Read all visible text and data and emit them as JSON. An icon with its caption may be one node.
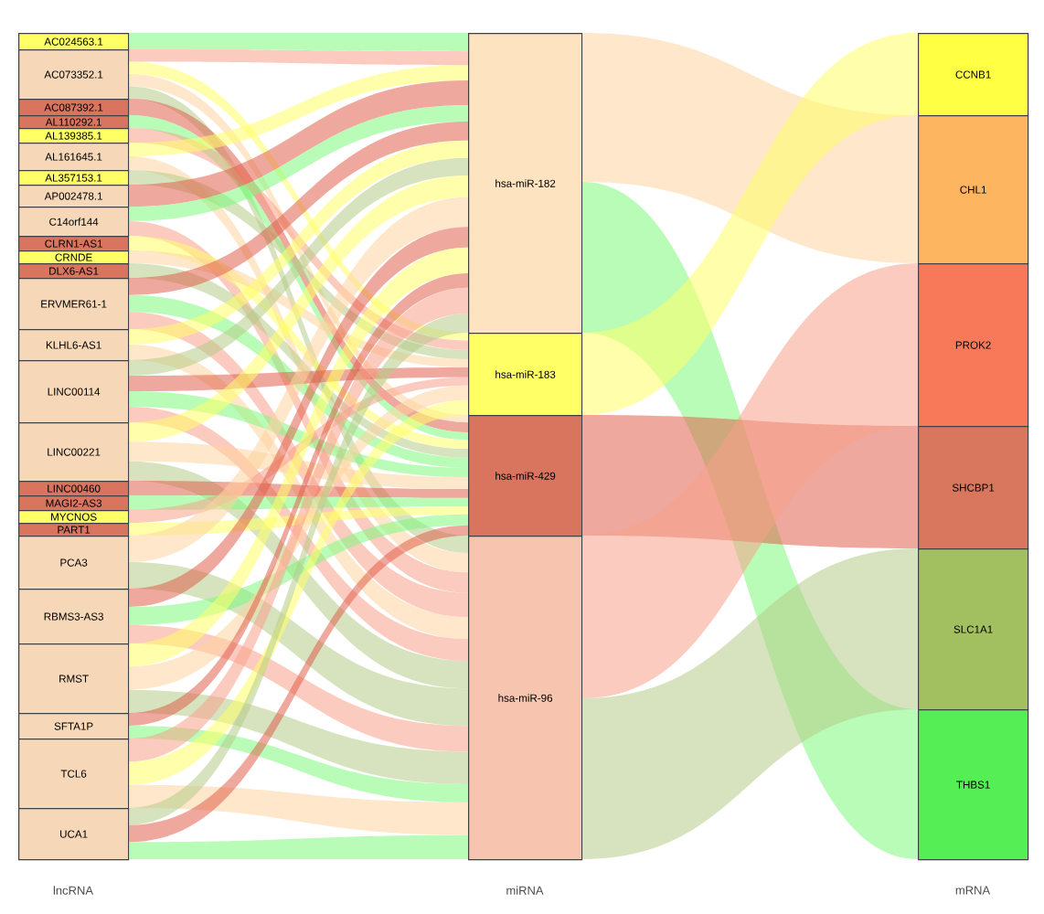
{
  "diagram": {
    "nodes": [
      {
        "text": [
          "AC024563.1"
        ]
      },
      {
        "text": [
          "AC073352.1"
        ]
      },
      {
        "text": [
          "AC087392.1"
        ]
      },
      {
        "text": [
          "AL110292.1"
        ]
      },
      {
        "text": [
          "AL139385.1"
        ]
      },
      {
        "text": [
          "AL161645.1"
        ]
      },
      {
        "text": [
          "AL357153.1"
        ]
      },
      {
        "text": [
          "AP002478.1"
        ]
      },
      {
        "text": [
          "C14orf144"
        ]
      },
      {
        "text": [
          "CLRN1-AS1"
        ]
      },
      {
        "text": [
          "CRNDE"
        ]
      },
      {
        "text": [
          "DLX6-AS1"
        ]
      },
      {
        "text": [
          "ERVMER61-1"
        ]
      },
      {
        "text": [
          "KLHL6-AS1"
        ]
      },
      {
        "text": [
          "LINC00114"
        ]
      },
      {
        "text": [
          "LINC00221"
        ]
      },
      {
        "text": [
          "LINC00460"
        ]
      },
      {
        "text": [
          "MAGI2-AS3"
        ]
      },
      {
        "text": [
          "MYCNOS"
        ]
      },
      {
        "text": [
          "PART1"
        ]
      },
      {
        "text": [
          "PCA3"
        ]
      },
      {
        "text": [
          "RBMS3-AS3"
        ]
      },
      {
        "text": [
          "RMST"
        ]
      },
      {
        "text": [
          "SFTA1P"
        ]
      },
      {
        "text": [
          "TCL6"
        ]
      },
      {
        "text": [
          "UCA1"
        ]
      },
      {
        "text": [
          "hsa-miR-182"
        ]
      },
      {
        "text": [
          "hsa-miR-183"
        ]
      },
      {
        "text": [
          "hsa-miR-429"
        ]
      },
      {
        "text": [
          "hsa-miR-96"
        ]
      },
      {
        "text": [
          "CCNB1"
        ]
      },
      {
        "text": [
          "CHL1"
        ]
      },
      {
        "text": [
          "PROK2"
        ]
      },
      {
        "text": [
          "SHCBP1"
        ]
      },
      {
        "text": [
          "SLC1A1"
        ]
      },
      {
        "text": [
          "THBS1"
        ]
      }
    ],
    "edges": [
      {
        "from": 0,
        "to": 26,
        "arrow": "none"
      },
      {
        "from": 1,
        "to": 26,
        "arrow": "none"
      },
      {
        "from": 1,
        "to": 27,
        "arrow": "none"
      },
      {
        "from": 1,
        "to": 28,
        "arrow": "none"
      },
      {
        "from": 1,
        "to": 29,
        "arrow": "none"
      },
      {
        "from": 2,
        "to": 28,
        "arrow": "none"
      },
      {
        "from": 3,
        "to": 28,
        "arrow": "none"
      },
      {
        "from": 4,
        "to": 27,
        "arrow": "none"
      },
      {
        "from": 5,
        "to": 26,
        "arrow": "none"
      },
      {
        "from": 5,
        "to": 29,
        "arrow": "none"
      },
      {
        "from": 6,
        "to": 27,
        "arrow": "none"
      },
      {
        "from": 7,
        "to": 26,
        "arrow": "none"
      },
      {
        "from": 8,
        "to": 26,
        "arrow": "none"
      },
      {
        "from": 8,
        "to": 29,
        "arrow": "none"
      },
      {
        "from": 9,
        "to": 28,
        "arrow": "none"
      },
      {
        "from": 10,
        "to": 27,
        "arrow": "none"
      },
      {
        "from": 11,
        "to": 28,
        "arrow": "none"
      },
      {
        "from": 12,
        "to": 26,
        "arrow": "none"
      },
      {
        "from": 12,
        "to": 28,
        "arrow": "none"
      },
      {
        "from": 12,
        "to": 29,
        "arrow": "none"
      },
      {
        "from": 13,
        "to": 26,
        "arrow": "none"
      },
      {
        "from": 13,
        "to": 29,
        "arrow": "none"
      },
      {
        "from": 14,
        "to": 26,
        "arrow": "none"
      },
      {
        "from": 14,
        "to": 27,
        "arrow": "none"
      },
      {
        "from": 14,
        "to": 28,
        "arrow": "none"
      },
      {
        "from": 14,
        "to": 29,
        "arrow": "none"
      },
      {
        "from": 15,
        "to": 26,
        "arrow": "none"
      },
      {
        "from": 15,
        "to": 28,
        "arrow": "none"
      },
      {
        "from": 15,
        "to": 29,
        "arrow": "none"
      },
      {
        "from": 16,
        "to": 28,
        "arrow": "none"
      },
      {
        "from": 17,
        "to": 28,
        "arrow": "none"
      },
      {
        "from": 18,
        "to": 27,
        "arrow": "none"
      },
      {
        "from": 19,
        "to": 28,
        "arrow": "none"
      },
      {
        "from": 20,
        "to": 26,
        "arrow": "none"
      },
      {
        "from": 20,
        "to": 29,
        "arrow": "none"
      },
      {
        "from": 21,
        "to": 26,
        "arrow": "none"
      },
      {
        "from": 21,
        "to": 28,
        "arrow": "none"
      },
      {
        "from": 21,
        "to": 29,
        "arrow": "none"
      },
      {
        "from": 22,
        "to": 26,
        "arrow": "none"
      },
      {
        "from": 22,
        "to": 27,
        "arrow": "none"
      },
      {
        "from": 22,
        "to": 29,
        "arrow": "none"
      },
      {
        "from": 23,
        "to": 26,
        "arrow": "none"
      },
      {
        "from": 23,
        "to": 29,
        "arrow": "none"
      },
      {
        "from": 24,
        "to": 26,
        "arrow": "none"
      },
      {
        "from": 24,
        "to": 27,
        "arrow": "none"
      },
      {
        "from": 24,
        "to": 29,
        "arrow": "none"
      },
      {
        "from": 25,
        "to": 26,
        "arrow": "none"
      },
      {
        "from": 25,
        "to": 28,
        "arrow": "none"
      },
      {
        "from": 25,
        "to": 29,
        "arrow": "none"
      },
      {
        "from": 26,
        "to": 31,
        "arrow": "none"
      },
      {
        "from": 26,
        "to": 35,
        "arrow": "none"
      },
      {
        "from": 27,
        "to": 30,
        "arrow": "none"
      },
      {
        "from": 28,
        "to": 33,
        "arrow": "none"
      },
      {
        "from": 29,
        "to": 32,
        "arrow": "none"
      },
      {
        "from": 29,
        "to": 34,
        "arrow": "none"
      }
    ],
    "labels": [
      "lncRNA",
      "miRNA",
      "mRNA"
    ]
  }
}
